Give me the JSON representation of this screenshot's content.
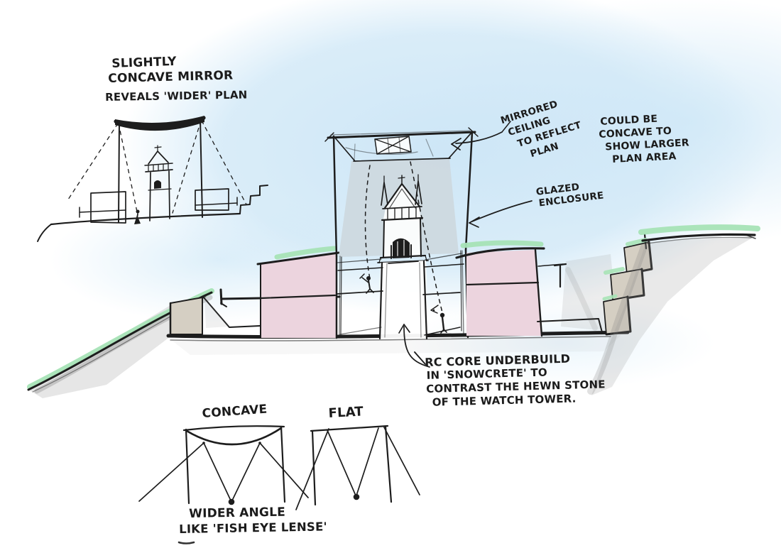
{
  "annotations": {
    "slightly": {
      "lines": [
        "SLIGHTLY",
        "CONCAVE MIRROR",
        "REVEALS 'WIDER' PLAN"
      ]
    },
    "mirrored_ceiling": {
      "lines": [
        "MIRRORED",
        "CEILING",
        "TO REFLECT",
        "PLAN"
      ]
    },
    "could_be": {
      "lines": [
        "COULD BE",
        "CONCAVE TO",
        "SHOW LARGER",
        "PLAN AREA"
      ]
    },
    "glazed": {
      "lines": [
        "GLAZED",
        "ENCLOSURE"
      ]
    },
    "rc_core": {
      "lines": [
        "RC CORE UNDERBUILD",
        "IN 'SNOWCRETE' TO",
        "CONTRAST THE HEWN STONE",
        "OF THE WATCH TOWER."
      ]
    },
    "concave_label": "CONCAVE",
    "flat_label": "FLAT",
    "wider_angle": {
      "lines": [
        "WIDER ANGLE",
        "LIKE 'FISH EYE LENSE'"
      ]
    }
  },
  "colors": {
    "ink": "#1d1d1d",
    "sky_blue": "#cfe8f6",
    "grass_green": "#a7e3b6",
    "room_pink": "#ecd4de",
    "glazing_grey": "#cdd8de",
    "wall_tan": "#d5cfc3",
    "pencil_grey": "#9a9a9a",
    "paper_white": "#ffffff"
  }
}
